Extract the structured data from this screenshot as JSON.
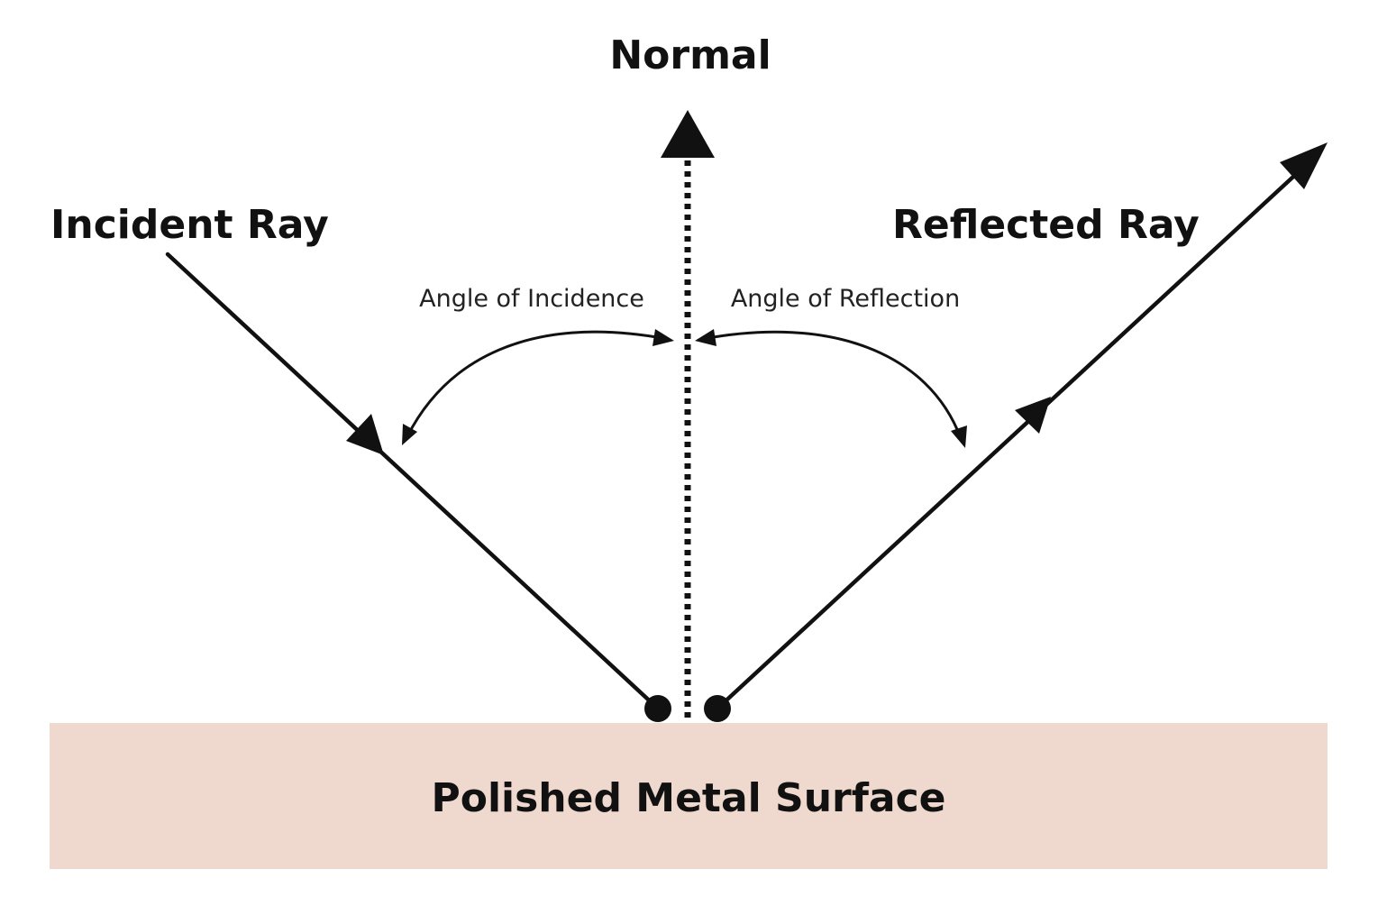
{
  "labels": {
    "normal": "Normal",
    "incident_ray": "Incident Ray",
    "reflected_ray": "Reflected Ray",
    "angle_of_incidence": "Angle of Incidence",
    "angle_of_reflection": "Angle of Reflection",
    "surface": "Polished Metal Surface"
  },
  "colors": {
    "surface_fill": "#efd8cd",
    "ink": "#111111"
  }
}
